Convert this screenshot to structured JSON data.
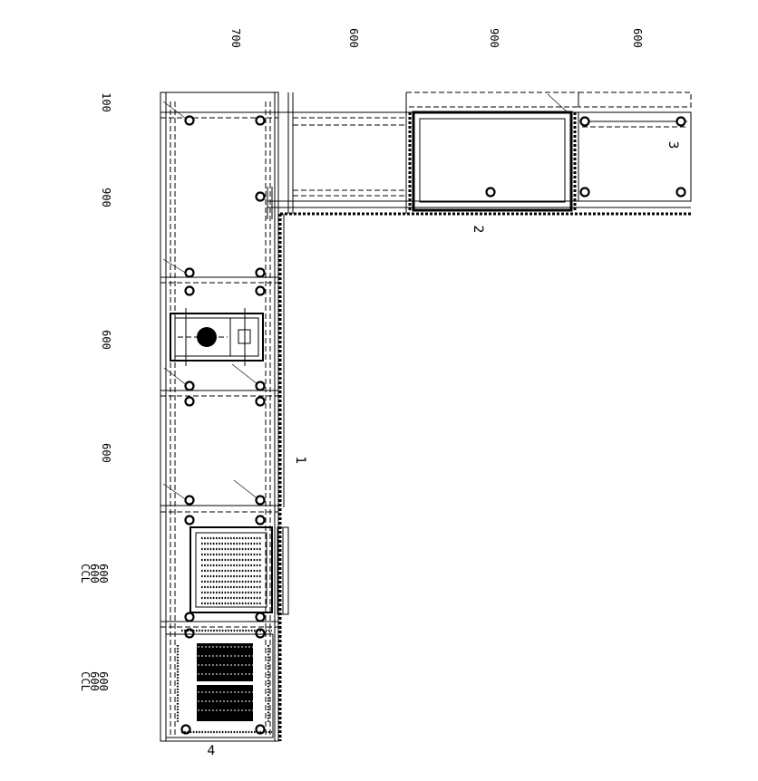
{
  "top_dimensions": [
    "700",
    "600",
    "900",
    "600"
  ],
  "side_dimensions": [
    "100",
    "900",
    "600",
    "600"
  ],
  "side_stacks": [
    {
      "lines": [
        "CCL",
        "600",
        "600"
      ]
    },
    {
      "lines": [
        "CCL",
        "600",
        "600"
      ]
    }
  ],
  "labels": {
    "run_1": "1",
    "run_2": "2",
    "unit_3": "3",
    "unit_4": "4"
  },
  "colors": {
    "line": "#000000",
    "background": "#ffffff"
  }
}
